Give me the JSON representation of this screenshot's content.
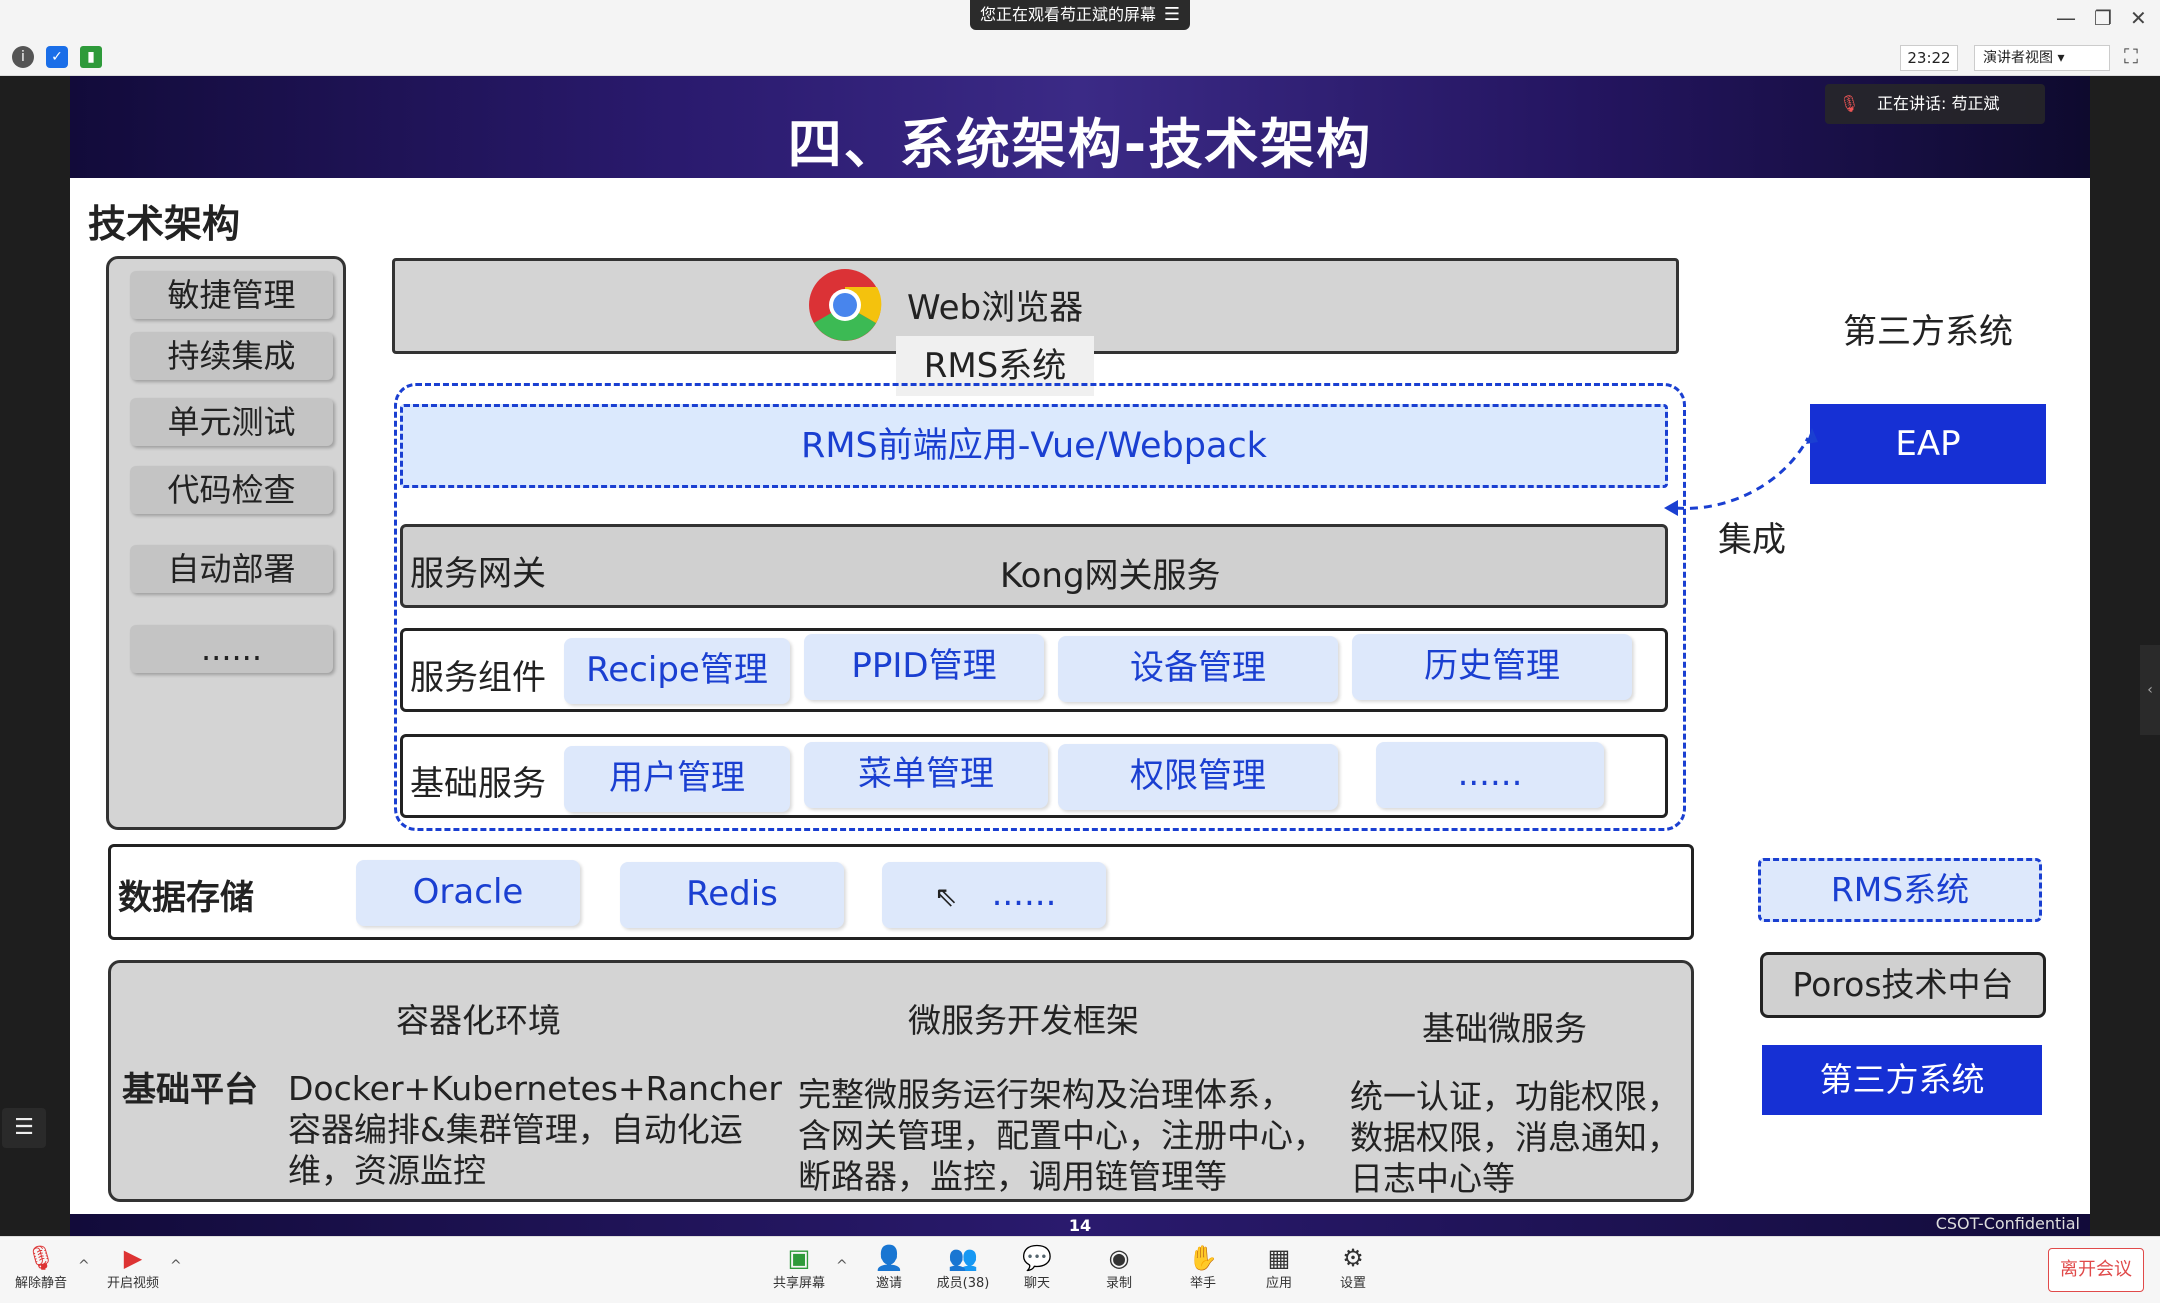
{
  "meeting": {
    "share_banner": "您正在观看苟正斌的屏幕",
    "clock": "23:22",
    "view_mode": "演讲者视图",
    "speaker_text": "正在讲话: 苟正斌"
  },
  "slide": {
    "title": "四、系统架构-技术架构",
    "section_title": "技术架构",
    "page_number": "14",
    "confidential": "CSOT-Confidential",
    "devops_items": [
      "敏捷管理",
      "持续集成",
      "单元测试",
      "代码检查",
      "自动部署",
      "......"
    ],
    "browser_label": "Web浏览器",
    "rms_tag": "RMS系统",
    "frontend": "RMS前端应用-Vue/Webpack",
    "gateway": {
      "label": "服务网关",
      "service": "Kong网关服务"
    },
    "components": {
      "label": "服务组件",
      "items": [
        "Recipe管理",
        "PPID管理",
        "设备管理",
        "历史管理"
      ]
    },
    "base_services": {
      "label": "基础服务",
      "items": [
        "用户管理",
        "菜单管理",
        "权限管理",
        "......"
      ]
    },
    "third_party_title": "第三方系统",
    "eap": "EAP",
    "integrate": "集成",
    "storage": {
      "label": "数据存储",
      "items": [
        "Oracle",
        "Redis",
        "......"
      ]
    },
    "platform": {
      "label": "基础平台",
      "columns": [
        {
          "head": "容器化环境",
          "lines": [
            "Docker+Kubernetes+Rancher",
            "容器编排&集群管理，自动化运",
            "维，资源监控"
          ]
        },
        {
          "head": "微服务开发框架",
          "lines": [
            "完整微服务运行架构及治理体系，",
            "含网关管理，配置中心，注册中心，",
            "断路器，监控，调用链管理等"
          ]
        },
        {
          "head": "基础微服务",
          "lines": [
            "统一认证，功能权限，",
            "数据权限，消息通知，",
            "日志中心等"
          ]
        }
      ]
    },
    "legend": {
      "rms": "RMS系统",
      "poros": "Poros技术中台",
      "third": "第三方系统"
    }
  },
  "toolbar": {
    "unmute": "解除静音",
    "video": "开启视频",
    "share": "共享屏幕",
    "invite": "邀请",
    "members": "成员(38)",
    "chat": "聊天",
    "record": "录制",
    "raise_hand": "举手",
    "apps": "应用",
    "settings": "设置",
    "leave": "离开会议"
  },
  "colors": {
    "accent_blue": "#1630d4",
    "light_blue": "#dde8fb",
    "gray": "#d0d0d0",
    "leave_red": "#e04a4a"
  }
}
